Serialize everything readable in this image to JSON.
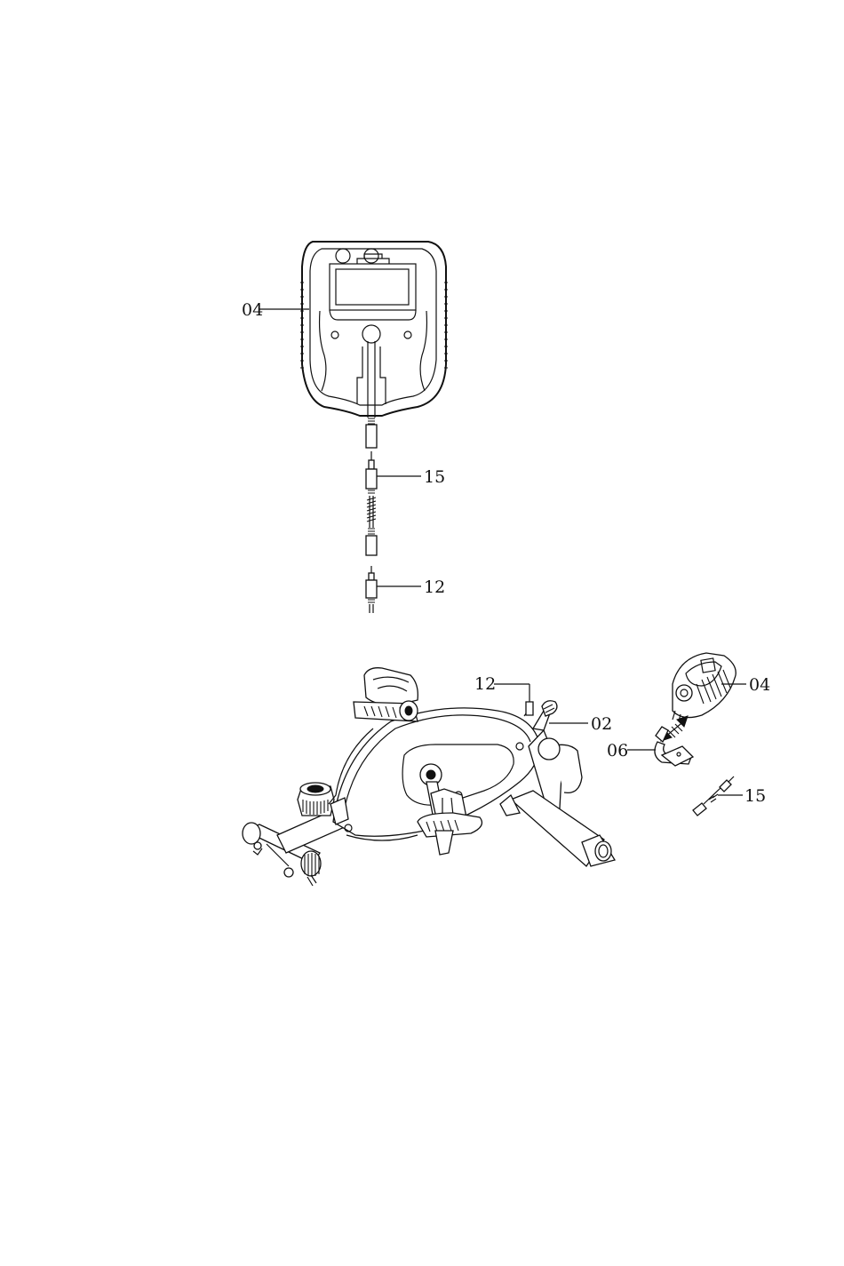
{
  "labels": {
    "top_console": "04",
    "top_extension_cable": "15",
    "top_sensor_cable": "12",
    "bike_sensor_cable": "12",
    "bike_console_bracket_post": "02",
    "bike_console_bracket": "06",
    "bike_console": "04",
    "bike_extension_cable": "15"
  },
  "colors": {
    "line": "#111111",
    "paper": "#ffffff"
  }
}
